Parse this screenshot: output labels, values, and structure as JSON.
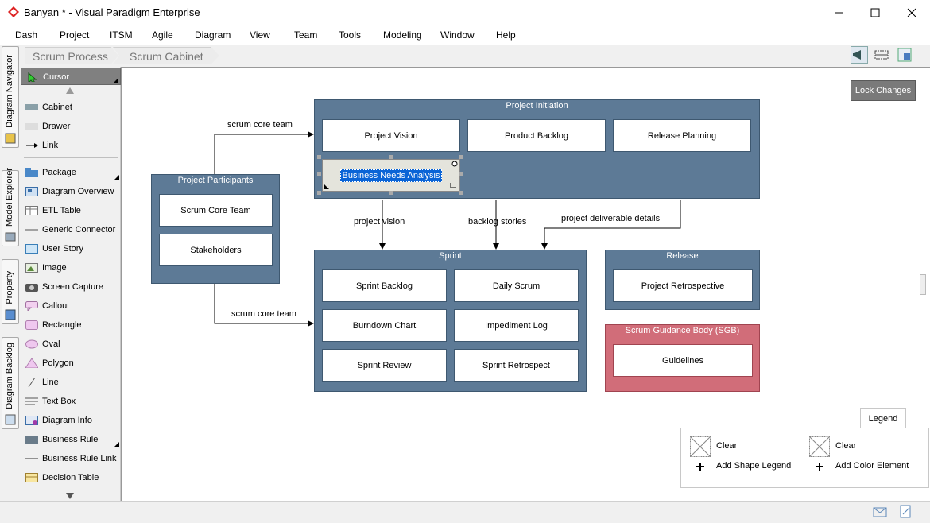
{
  "window": {
    "title": "Banyan * - Visual Paradigm Enterprise"
  },
  "menu": [
    "Dash",
    "Project",
    "ITSM",
    "Agile",
    "Diagram",
    "View",
    "Team",
    "Tools",
    "Modeling",
    "Window",
    "Help"
  ],
  "breadcrumb": [
    "Scrum Process",
    "Scrum Cabinet"
  ],
  "side_tabs": [
    "Diagram Navigator",
    "Model Explorer",
    "Property",
    "Diagram Backlog"
  ],
  "palette": {
    "cursor": "Cursor",
    "items": [
      "Cabinet",
      "Drawer",
      "Link",
      "Package",
      "Diagram Overview",
      "ETL Table",
      "Generic Connector",
      "User Story",
      "Image",
      "Screen Capture",
      "Callout",
      "Rectangle",
      "Oval",
      "Polygon",
      "Line",
      "Text Box",
      "Diagram Info",
      "Business Rule",
      "Business Rule Link",
      "Decision Table"
    ]
  },
  "lock_button": "Lock Changes",
  "groups": {
    "initiation": {
      "title": "Project Initiation",
      "items": [
        "Project Vision",
        "Product Backlog",
        "Release Planning"
      ],
      "editing": "Business Needs Analysis"
    },
    "participants": {
      "title": "Project Participants",
      "items": [
        "Scrum Core Team",
        "Stakeholders"
      ]
    },
    "sprint": {
      "title": "Sprint",
      "items": [
        "Sprint Backlog",
        "Daily Scrum",
        "Burndown Chart",
        "Impediment Log",
        "Sprint Review",
        "Sprint Retrospect"
      ]
    },
    "release": {
      "title": "Release",
      "items": [
        "Project Retrospective"
      ]
    },
    "sgb": {
      "title": "Scrum Guidance Body (SGB)",
      "items": [
        "Guidelines"
      ]
    }
  },
  "connectors": {
    "top": "scrum core team",
    "bottom": "scrum core team",
    "vision": "project vision",
    "backlog": "backlog stories",
    "deliverable": "project deliverable details"
  },
  "legend": {
    "tab": "Legend",
    "clear1": "Clear",
    "clear2": "Clear",
    "add_shape": "Add Shape Legend",
    "add_color": "Add Color Element"
  },
  "colors": {
    "group": "#5d7a96",
    "sgb": "#d16d79",
    "selection": "#0a64d6"
  }
}
